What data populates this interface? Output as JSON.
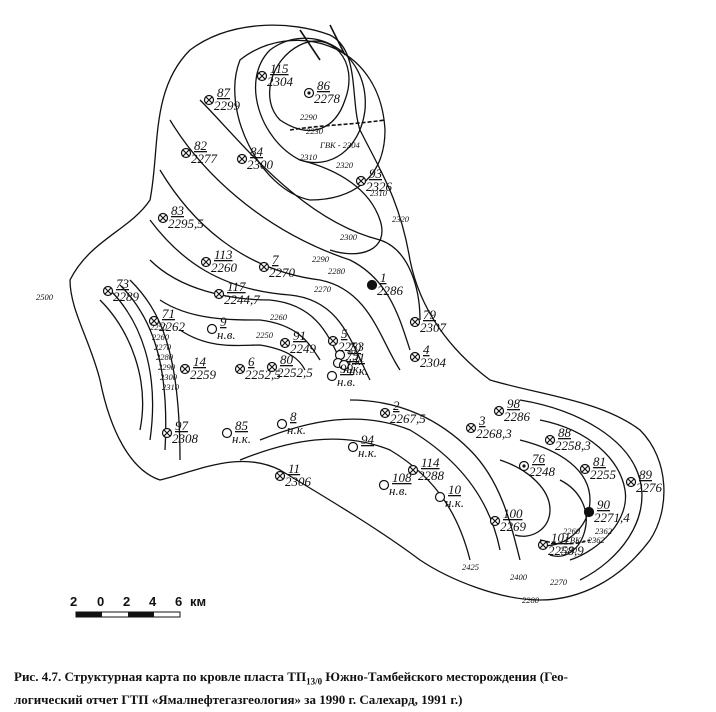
{
  "wells": [
    {
      "id": "115",
      "value": "2304",
      "type": "x"
    },
    {
      "id": "86",
      "value": "2278",
      "type": "dot"
    },
    {
      "id": "87",
      "value": "2299",
      "type": "x"
    },
    {
      "id": "82",
      "value": "2277",
      "type": "x"
    },
    {
      "id": "84",
      "value": "2300",
      "type": "x"
    },
    {
      "id": "93",
      "value": "2326",
      "type": "x"
    },
    {
      "id": "83",
      "value": "2295,5",
      "type": "x"
    },
    {
      "id": "113",
      "value": "2260",
      "type": "x"
    },
    {
      "id": "7",
      "value": "2270",
      "type": "x"
    },
    {
      "id": "73",
      "value": "2289",
      "type": "x"
    },
    {
      "id": "117",
      "value": "2244,7",
      "type": "x"
    },
    {
      "id": "1",
      "value": "2286",
      "type": "black"
    },
    {
      "id": "71",
      "value": "2262",
      "type": "x"
    },
    {
      "id": "9",
      "value": "н.в.",
      "type": "open"
    },
    {
      "id": "79",
      "value": "2307",
      "type": "x"
    },
    {
      "id": "5",
      "value": "2253",
      "type": "x"
    },
    {
      "id": "91",
      "value": "2249",
      "type": "x"
    },
    {
      "id": "4",
      "value": "2304",
      "type": "x"
    },
    {
      "id": "70",
      "value": "н.к.",
      "type": "open"
    },
    {
      "id": "75",
      "value": "н.к.",
      "type": "open"
    },
    {
      "id": "21",
      "value": "н.к.",
      "type": "open"
    },
    {
      "id": "14",
      "value": "2259",
      "type": "x"
    },
    {
      "id": "6",
      "value": "2252,5",
      "type": "x"
    },
    {
      "id": "80",
      "value": "2252,5",
      "type": "x"
    },
    {
      "id": "99",
      "value": "н.в.",
      "type": "open"
    },
    {
      "id": "98",
      "value": "2286",
      "type": "x"
    },
    {
      "id": "2",
      "value": "2267,5",
      "type": "x"
    },
    {
      "id": "8",
      "value": "н.к.",
      "type": "open"
    },
    {
      "id": "85",
      "value": "н.к.",
      "type": "open"
    },
    {
      "id": "97",
      "value": "2308",
      "type": "x"
    },
    {
      "id": "3",
      "value": "2268,3",
      "type": "x"
    },
    {
      "id": "88",
      "value": "2258,3",
      "type": "x"
    },
    {
      "id": "94",
      "value": "н.к.",
      "type": "open"
    },
    {
      "id": "114",
      "value": "2288",
      "type": "x"
    },
    {
      "id": "81",
      "value": "2255",
      "type": "x"
    },
    {
      "id": "76",
      "value": "2248",
      "type": "dot"
    },
    {
      "id": "89",
      "value": "2276",
      "type": "x"
    },
    {
      "id": "11",
      "value": "2306",
      "type": "x"
    },
    {
      "id": "108",
      "value": "н.в.",
      "type": "open"
    },
    {
      "id": "100",
      "value": "2269",
      "type": "x"
    },
    {
      "id": "90",
      "value": "2271,4",
      "type": "black"
    },
    {
      "id": "10",
      "value": "н.к.",
      "type": "open"
    },
    {
      "id": "101",
      "value": "2258,9",
      "type": "x"
    }
  ],
  "contour_labels": [
    "2290",
    "2230",
    "2304",
    "2310",
    "2320",
    "2320",
    "2310",
    "2300",
    "2290",
    "2280",
    "2270",
    "2260",
    "2250",
    "2500",
    "2250",
    "2260",
    "2270",
    "2280",
    "2290",
    "2300",
    "2310",
    "2425",
    "2400",
    "2270",
    "2260",
    "2362",
    "2270",
    "2280"
  ],
  "gwk_labels": [
    "ГВК - 2304",
    "ГВК - 2362"
  ],
  "scale": {
    "ticks": [
      "2",
      "0",
      "2",
      "4",
      "6"
    ],
    "unit": "км"
  },
  "caption": {
    "line1": "Рис. 4.7. Структурная карта по кровле пласта ТП",
    "subscript": "13/0",
    "line1_rest": " Южно-Тамбейского месторождения (Гео-",
    "line2": "логический отчет ГТП «Ямалнефтегазгеология» за 1990 г. Салехард, 1991 г.)"
  }
}
